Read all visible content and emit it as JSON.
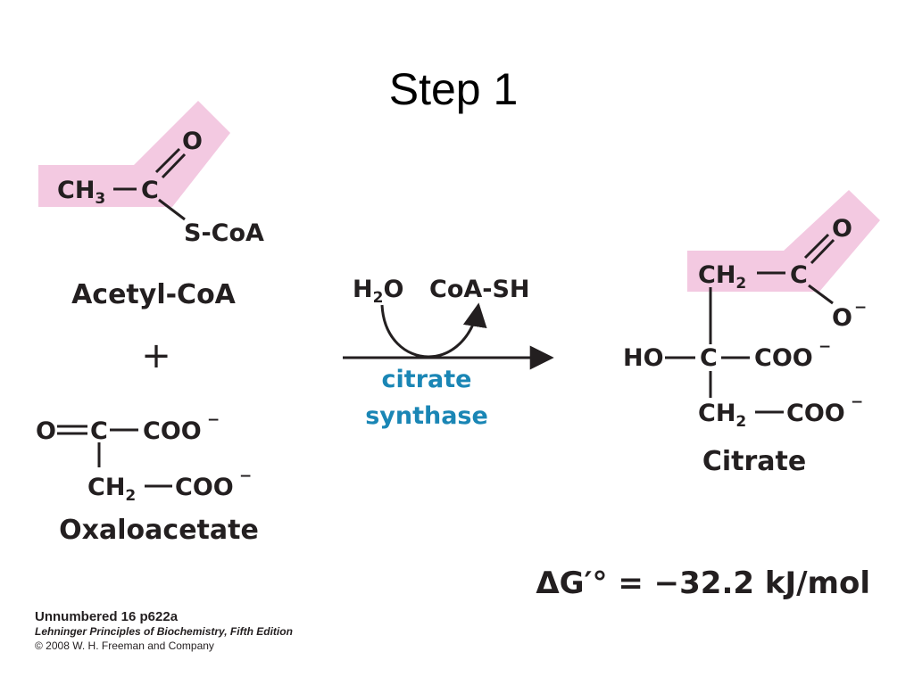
{
  "title": "Step 1",
  "acetyl_coa": {
    "ch3": "CH",
    "ch3_sub": "3",
    "carbon": "C",
    "oxygen": "O",
    "scoa": "S-CoA",
    "name": "Acetyl-CoA"
  },
  "plus": "+",
  "oxaloacetate": {
    "oxygen": "O",
    "carbon": "C",
    "coo1": "COO",
    "charge1": "−",
    "ch2": "CH",
    "ch2_sub": "2",
    "coo2": "COO",
    "charge2": "−",
    "name": "Oxaloacetate"
  },
  "reaction": {
    "reactant_h2o": "H",
    "reactant_h2o_sub": "2",
    "reactant_h2o_o": "O",
    "product_coash": "CoA-SH",
    "enzyme_line1": "citrate",
    "enzyme_line2": "synthase"
  },
  "citrate": {
    "ch2_top": "CH",
    "ch2_top_sub": "2",
    "carbon_top": "C",
    "oxygen_top": "O",
    "o_minus": "O",
    "o_minus_charge": "−",
    "ho": "HO",
    "carbon_mid": "C",
    "coo_mid": "COO",
    "coo_mid_charge": "−",
    "ch2_bottom": "CH",
    "ch2_bottom_sub": "2",
    "coo_bottom": "COO",
    "coo_bottom_charge": "−",
    "name": "Citrate"
  },
  "free_energy": "ΔG′° = −32.2 kJ/mol",
  "caption": {
    "line1": "Unnumbered 16 p622a",
    "line2": "Lehninger Principles of Biochemistry, Fifth Edition",
    "line3": "© 2008 W. H. Freeman and Company"
  },
  "colors": {
    "highlight": "#f3c9e1",
    "enzyme": "#1a86b5",
    "ink": "#231f20"
  }
}
